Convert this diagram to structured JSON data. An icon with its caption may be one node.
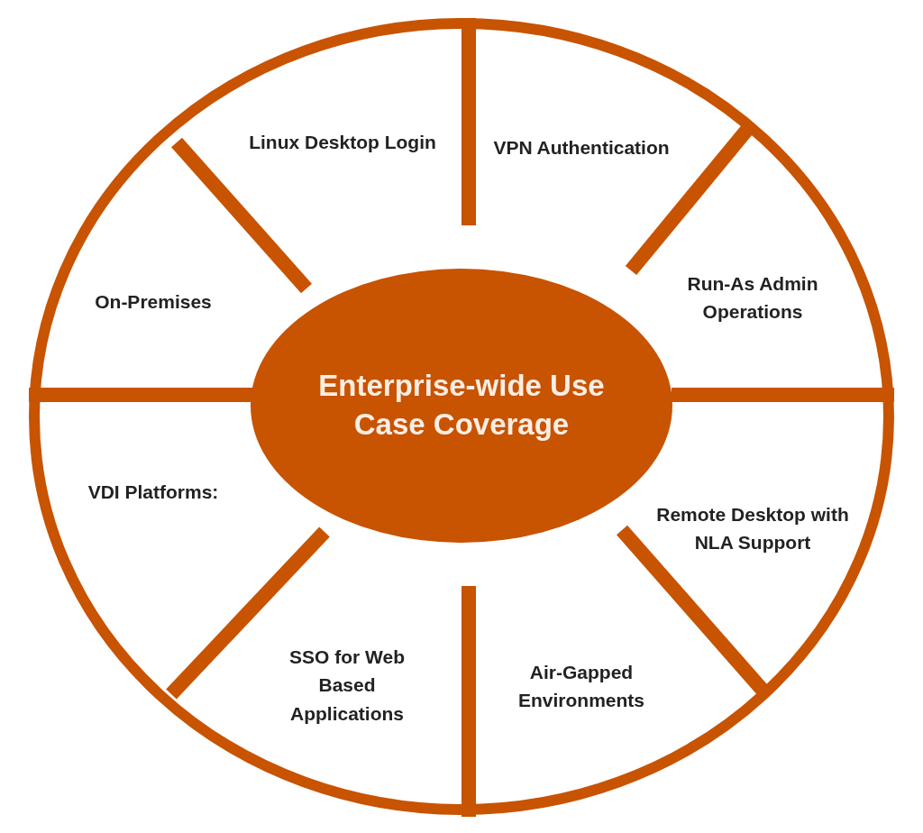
{
  "diagram": {
    "nodes": [
      {
        "text": [
          "Enterprise-wide Use Case Coverage"
        ]
      },
      {
        "text": [
          "Linux Desktop Login"
        ]
      },
      {
        "text": [
          "VPN Authentication"
        ]
      },
      {
        "text": [
          "Run-As Admin Operations"
        ]
      },
      {
        "text": [
          "Remote Desktop with NLA Support"
        ]
      },
      {
        "text": [
          "Air-Gapped Environments"
        ]
      },
      {
        "text": [
          "SSO for Web Based Applications"
        ]
      },
      {
        "text": [
          "VDI Platforms:"
        ]
      },
      {
        "text": [
          "On-Premises"
        ]
      }
    ]
  }
}
